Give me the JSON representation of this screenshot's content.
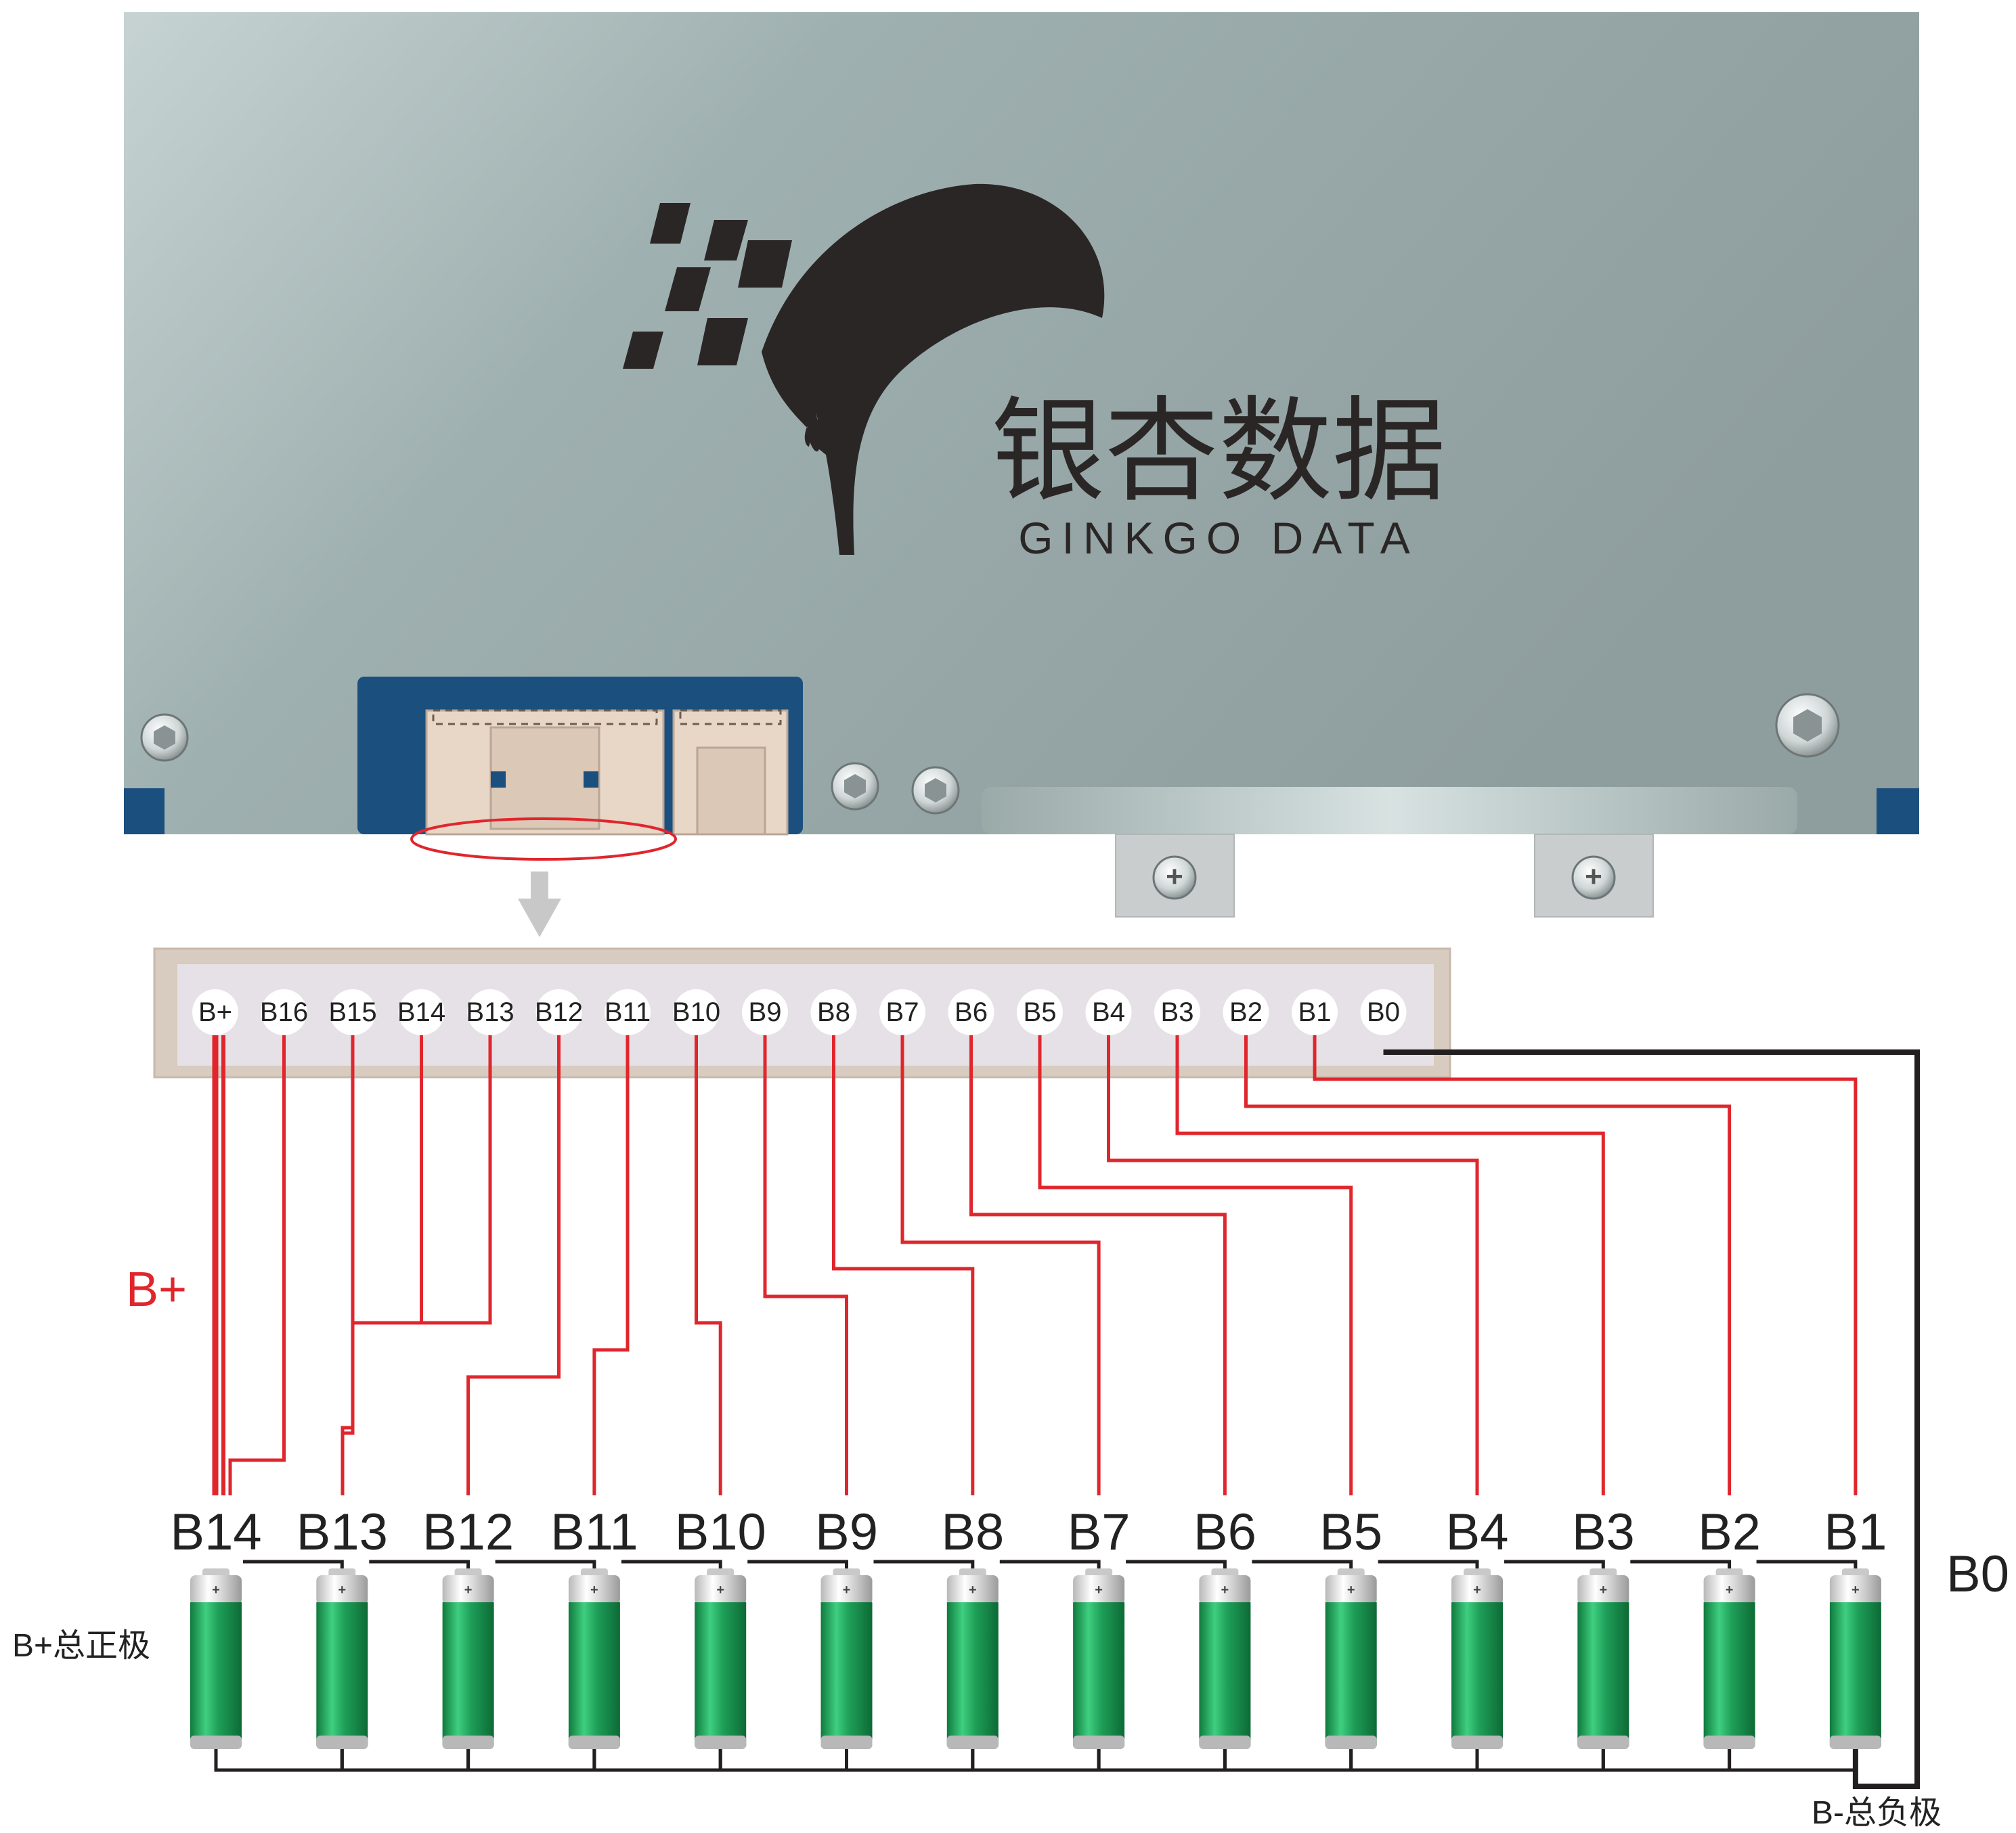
{
  "brand": {
    "name_cn": "银杏数据",
    "name_en": "GINKGO DATA"
  },
  "header_pins": [
    "B+",
    "B16",
    "B15",
    "B14",
    "B13",
    "B12",
    "B11",
    "B10",
    "B9",
    "B8",
    "B7",
    "B6",
    "B5",
    "B4",
    "B3",
    "B2",
    "B1",
    "B0"
  ],
  "cells": [
    "B14",
    "B13",
    "B12",
    "B11",
    "B10",
    "B9",
    "B8",
    "B7",
    "B6",
    "B5",
    "B4",
    "B3",
    "B2",
    "B1"
  ],
  "labels": {
    "b_plus": "B+",
    "b_plus_total": "B+总正极",
    "b0": "B0",
    "b_minus_total": "B-总负极",
    "battery_plus": "+",
    "terminal_plus": "+"
  },
  "colors": {
    "wire_red": "#e0262d",
    "wire_black": "#231f20",
    "board_top": "#a9b8b8",
    "board_bottom": "#8d9c9c",
    "pcb_blue": "#1a4f7e",
    "connector": "#e8d6c6",
    "battery_green": "#1f9a55",
    "logo_dark": "#2b2626",
    "highlight_ellipse": "#e0262d"
  }
}
